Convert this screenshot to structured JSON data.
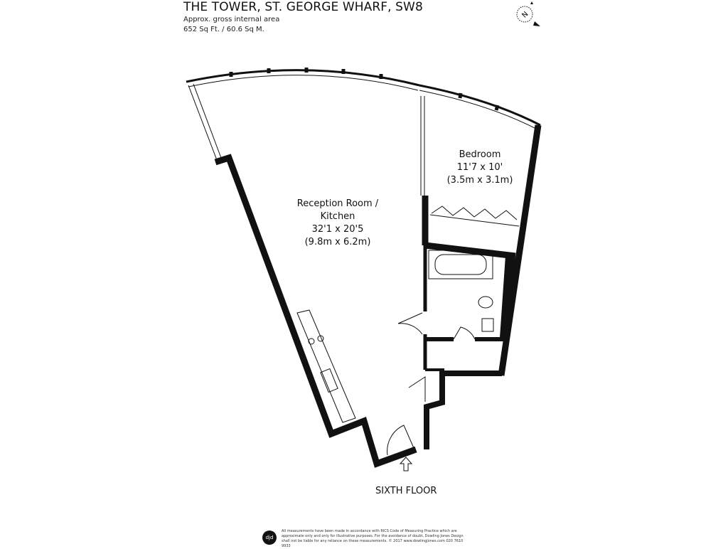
{
  "header": {
    "title": "THE TOWER, ST. GEORGE WHARF, SW8",
    "area_label": "Approx. gross internal area",
    "area_value": "652 Sq Ft. / 60.6 Sq M."
  },
  "compass": {
    "letter": "N"
  },
  "rooms": [
    {
      "name": "Reception Room / Kitchen",
      "line2": "32'1 x 20'5",
      "line3": "(9.8m x 6.2m)",
      "name_a": "Reception Room /",
      "name_b": "Kitchen"
    },
    {
      "name": "Bedroom",
      "line2": "11'7 x 10'",
      "line3": "(3.5m x 3.1m)"
    }
  ],
  "floor_label": "SIXTH FLOOR",
  "footer": {
    "logo": "djd",
    "disclaimer": "All measurements have been made in accordance with RICS Code of Measuring Practice which are approximate only and only for illustrative purposes. For the avoidance of doubt, Dowling Jones Design shall not be liable for any reliance on these measurements. © 2017 www.dowlingjones.com 020 7610 9933"
  }
}
